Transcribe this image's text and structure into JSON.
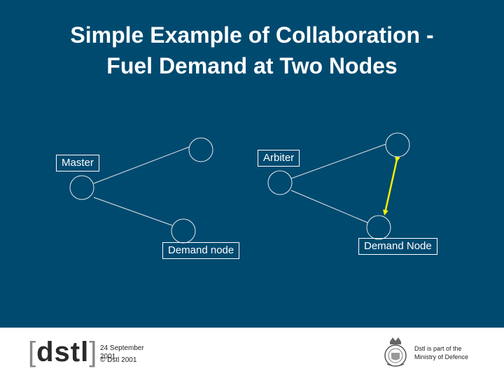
{
  "title": {
    "line1": "Simple Example of Collaboration -",
    "line2": "Fuel Demand at Two Nodes"
  },
  "labels": {
    "master": "Master",
    "arbiter": "Arbiter",
    "demand_node_left": "Demand node",
    "demand_node_right": "Demand Node"
  },
  "footer": {
    "logo_open": "[",
    "logo_text": "dstl",
    "logo_close": "]",
    "date": "24 September 2001",
    "copyright": "© Dstl 2001",
    "mod_line1": "Dstl is part of the",
    "mod_line2": "Ministry of Defence",
    "crest_icon": "royal-crest-icon"
  },
  "colors": {
    "background": "#004a70",
    "highlight_arrow": "#f5f000",
    "text": "#ffffff"
  }
}
